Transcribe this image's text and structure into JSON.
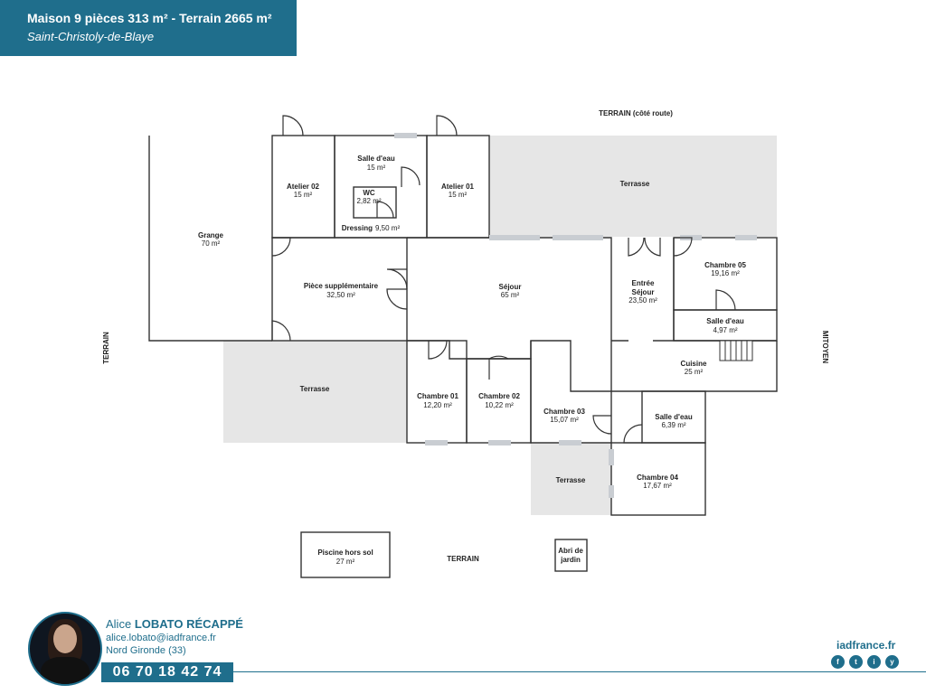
{
  "header": {
    "title": "Maison 9 pièces 313 m² - Terrain 2665 m²",
    "location": "Saint-Christoly-de-Blaye"
  },
  "plan": {
    "outside_labels": {
      "terrain_road": "TERRAIN (côté route)",
      "terrain_left": "TERRAIN",
      "terrain_bottom": "TERRAIN",
      "mitoyen": "MITOYEN"
    },
    "rooms": {
      "grange": {
        "name": "Grange",
        "area": "70 m²"
      },
      "atelier02": {
        "name": "Atelier 02",
        "area": "15 m²"
      },
      "salle_eau_top": {
        "name": "Salle d'eau",
        "area": "15 m²"
      },
      "wc": {
        "name": "WC",
        "area": "2,82 m²"
      },
      "dressing": {
        "name": "Dressing",
        "area": "9,50 m²"
      },
      "atelier01": {
        "name": "Atelier 01",
        "area": "15 m²"
      },
      "terrasse_top": {
        "name": "Terrasse"
      },
      "piece_supp": {
        "name": "Pièce supplémentaire",
        "area": "32,50 m²"
      },
      "sejour": {
        "name": "Séjour",
        "area": "65 m²"
      },
      "entree": {
        "name1": "Entrée",
        "name2": "Séjour",
        "area": "23,50 m²"
      },
      "chambre05": {
        "name": "Chambre 05",
        "area": "19,16 m²"
      },
      "salle_eau_right": {
        "name": "Salle d'eau",
        "area": "4,97 m²"
      },
      "cuisine": {
        "name": "Cuisine",
        "area": "25 m²"
      },
      "terrasse_left": {
        "name": "Terrasse"
      },
      "chambre01": {
        "name": "Chambre 01",
        "area": "12,20 m²"
      },
      "chambre02": {
        "name": "Chambre 02",
        "area": "10,22 m²"
      },
      "chambre03": {
        "name": "Chambre 03",
        "area": "15,07 m²"
      },
      "salle_eau_bottom": {
        "name": "Salle d'eau",
        "area": "6,39 m²"
      },
      "terrasse_bottom": {
        "name": "Terrasse"
      },
      "chambre04": {
        "name": "Chambre 04",
        "area": "17,67 m²"
      },
      "piscine": {
        "name": "Piscine hors sol",
        "area": "27 m²"
      },
      "abri": {
        "name1": "Abri de",
        "name2": "jardin"
      }
    }
  },
  "agent": {
    "first_name": "Alice",
    "last_name": "LOBATO RÉCAPPÉ",
    "email": "alice.lobato@iadfrance.fr",
    "region": "Nord Gironde (33)",
    "phone": "06 70 18 42 74"
  },
  "brand": {
    "name": "iadfrance.fr",
    "socials": [
      "f",
      "t",
      "i",
      "y"
    ]
  },
  "colors": {
    "accent": "#1f6e8c",
    "terrace": "#e6e6e6",
    "window": "#c9cdd2"
  }
}
